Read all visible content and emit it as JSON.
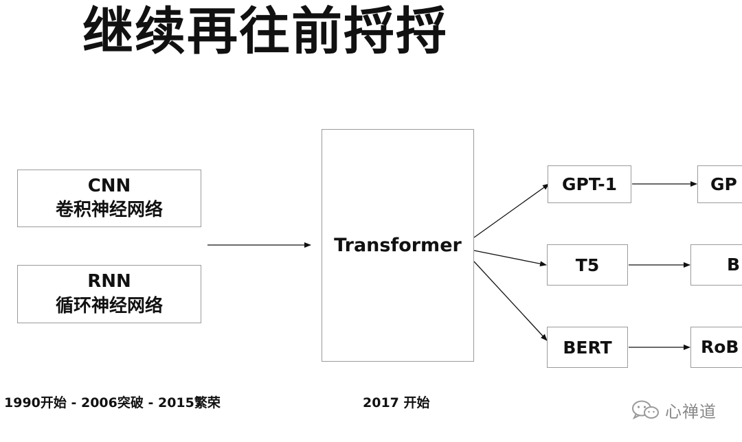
{
  "title": "继续再往前捋捋",
  "nodes": {
    "cnn": {
      "line1": "CNN",
      "line2": "卷积神经网络"
    },
    "rnn": {
      "line1": "RNN",
      "line2": "循环神经网络"
    },
    "transformer": "Transformer",
    "gpt1": "GPT-1",
    "t5": "T5",
    "bert": "BERT",
    "gpt_next": "GP",
    "t5_next": "B",
    "bert_next": "RoB"
  },
  "footer": {
    "left": "1990开始 - 2006突破 - 2015繁荣",
    "center": "2017 开始"
  },
  "watermark": {
    "text": "心禅道",
    "icon": "wechat-icon"
  }
}
